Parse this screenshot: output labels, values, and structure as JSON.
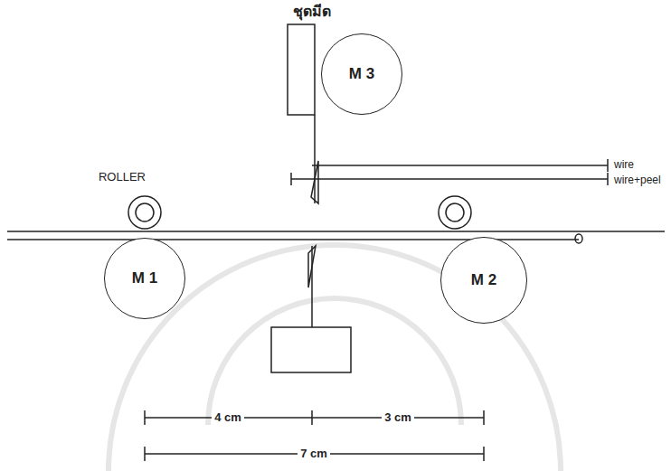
{
  "diagram": {
    "nodes": [
      {
        "text": [
          "M 3"
        ]
      },
      {
        "text": [
          "M 1"
        ]
      },
      {
        "text": [
          "M 2"
        ]
      }
    ],
    "labels": [
      "ชุดมีด",
      "ROLLER",
      "wire",
      "wire+peel",
      "4 cm",
      "3 cm",
      "7 cm"
    ]
  }
}
